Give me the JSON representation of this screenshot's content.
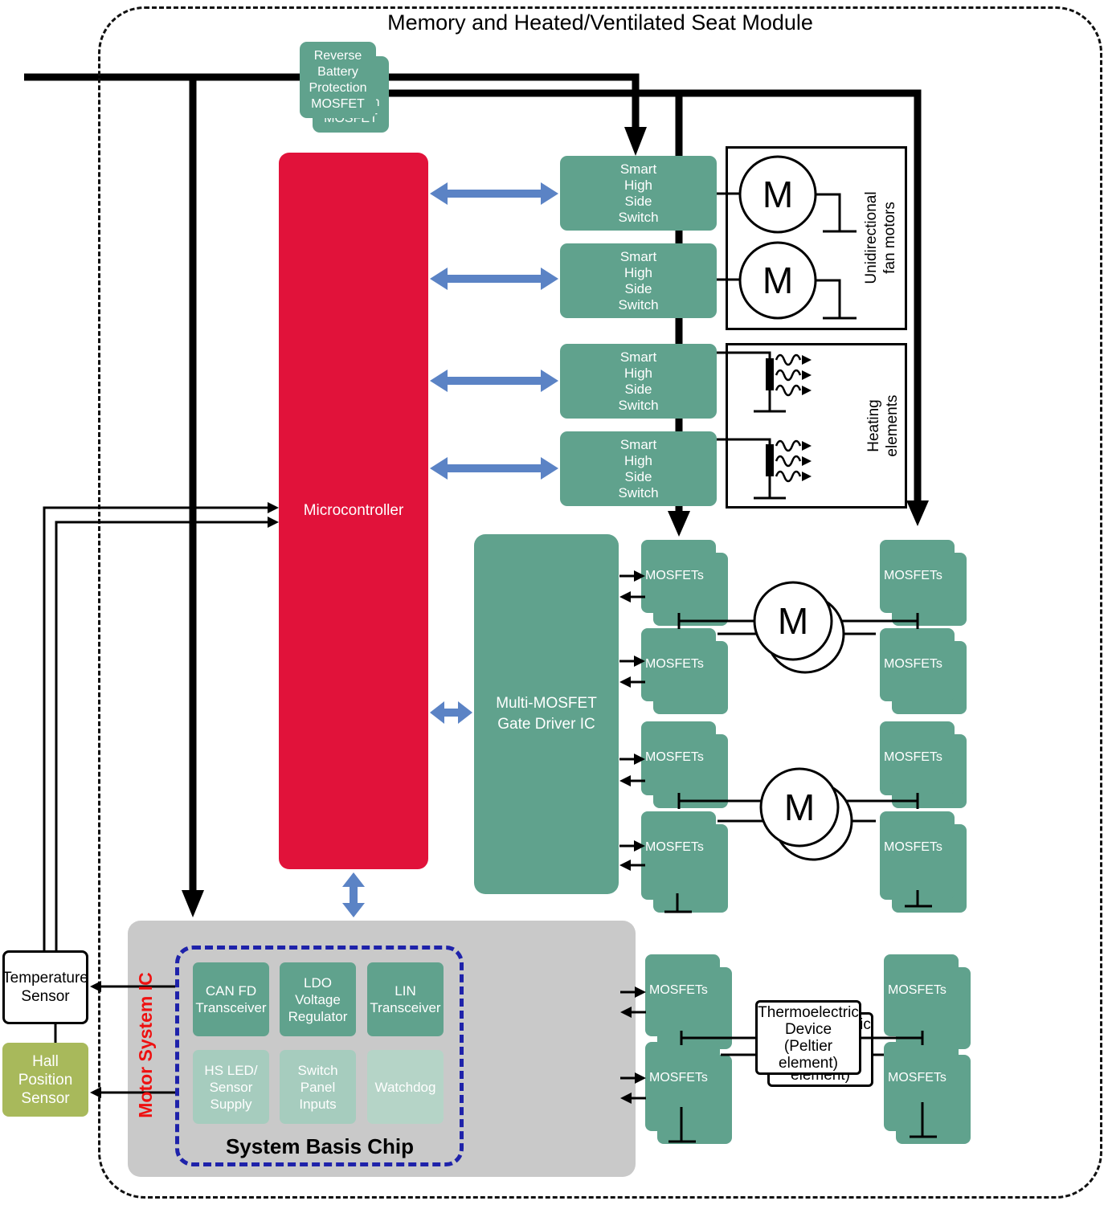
{
  "colors": {
    "green": "#60a28d",
    "green-light": "#a6ccbe",
    "green-lighter": "#b5d4c7",
    "red": "#e1123a",
    "label-red": "#ee1111",
    "olive": "#a8b95b",
    "blue": "#5b83c5",
    "navy": "#1e22aa",
    "gray": "#c9c9c9"
  },
  "title": "Memory and Heated/Ventilated Seat Module",
  "reverse_battery": {
    "lines": [
      "Reverse",
      "Battery",
      "Protection",
      "MOSFET"
    ]
  },
  "microcontroller": "Microcontroller",
  "smart_switch": {
    "lines": [
      "Smart",
      "High",
      "Side",
      "Switch"
    ]
  },
  "gate_driver": {
    "lines": [
      "Multi-MOSFET",
      "Gate Driver IC"
    ]
  },
  "mosfets": "MOSFETs",
  "motor": "M",
  "loads": {
    "fan": {
      "lines": [
        "Unidirectional",
        "fan motors"
      ]
    },
    "heating": {
      "lines": [
        "Heating",
        "elements"
      ]
    },
    "peltier": {
      "lines": [
        "Thermoelectric",
        "Device",
        "(Peltier",
        "element)"
      ]
    }
  },
  "sensors": {
    "temperature": {
      "lines": [
        "Temperature",
        "Sensor"
      ]
    },
    "hall": {
      "lines": [
        "Hall",
        "Position",
        "Sensor"
      ]
    }
  },
  "motor_system_ic": "Motor System IC",
  "sbc": {
    "label": "System Basis Chip",
    "chips": [
      {
        "lines": [
          "CAN FD",
          "Transceiver"
        ]
      },
      {
        "lines": [
          "LDO",
          "Voltage",
          "Regulator"
        ]
      },
      {
        "lines": [
          "LIN",
          "Transceiver"
        ]
      },
      {
        "lines": [
          "HS LED/",
          "Sensor",
          "Supply"
        ]
      },
      {
        "lines": [
          "Switch",
          "Panel",
          "Inputs"
        ]
      },
      {
        "lines": [
          "Watchdog"
        ]
      }
    ]
  }
}
